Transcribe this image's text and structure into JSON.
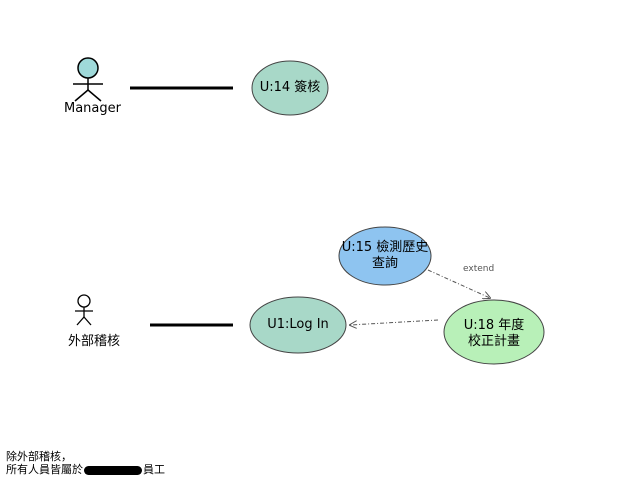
{
  "actors": [
    {
      "id": "manager",
      "label": "Manager",
      "head_color": "#9fd9d9"
    },
    {
      "id": "external-auditor",
      "label": "外部稽核",
      "head_color": "#ffffff"
    }
  ],
  "use_cases": [
    {
      "id": "u14",
      "lines": [
        "U:14 簽核"
      ],
      "fill": "#a8d8c8"
    },
    {
      "id": "u15",
      "lines": [
        "U:15 檢測歷史",
        "查詢"
      ],
      "fill": "#8ec4f0"
    },
    {
      "id": "u1",
      "lines": [
        "U1:Log In"
      ],
      "fill": "#a8d8c8"
    },
    {
      "id": "u18",
      "lines": [
        "U:18 年度",
        "校正計畫"
      ],
      "fill": "#b8f0b8"
    }
  ],
  "relations": {
    "extend_label": "extend"
  },
  "note": {
    "line1": "除外部稽核，",
    "line2_before": "所有人員皆屬於",
    "line2_after": "員工"
  }
}
